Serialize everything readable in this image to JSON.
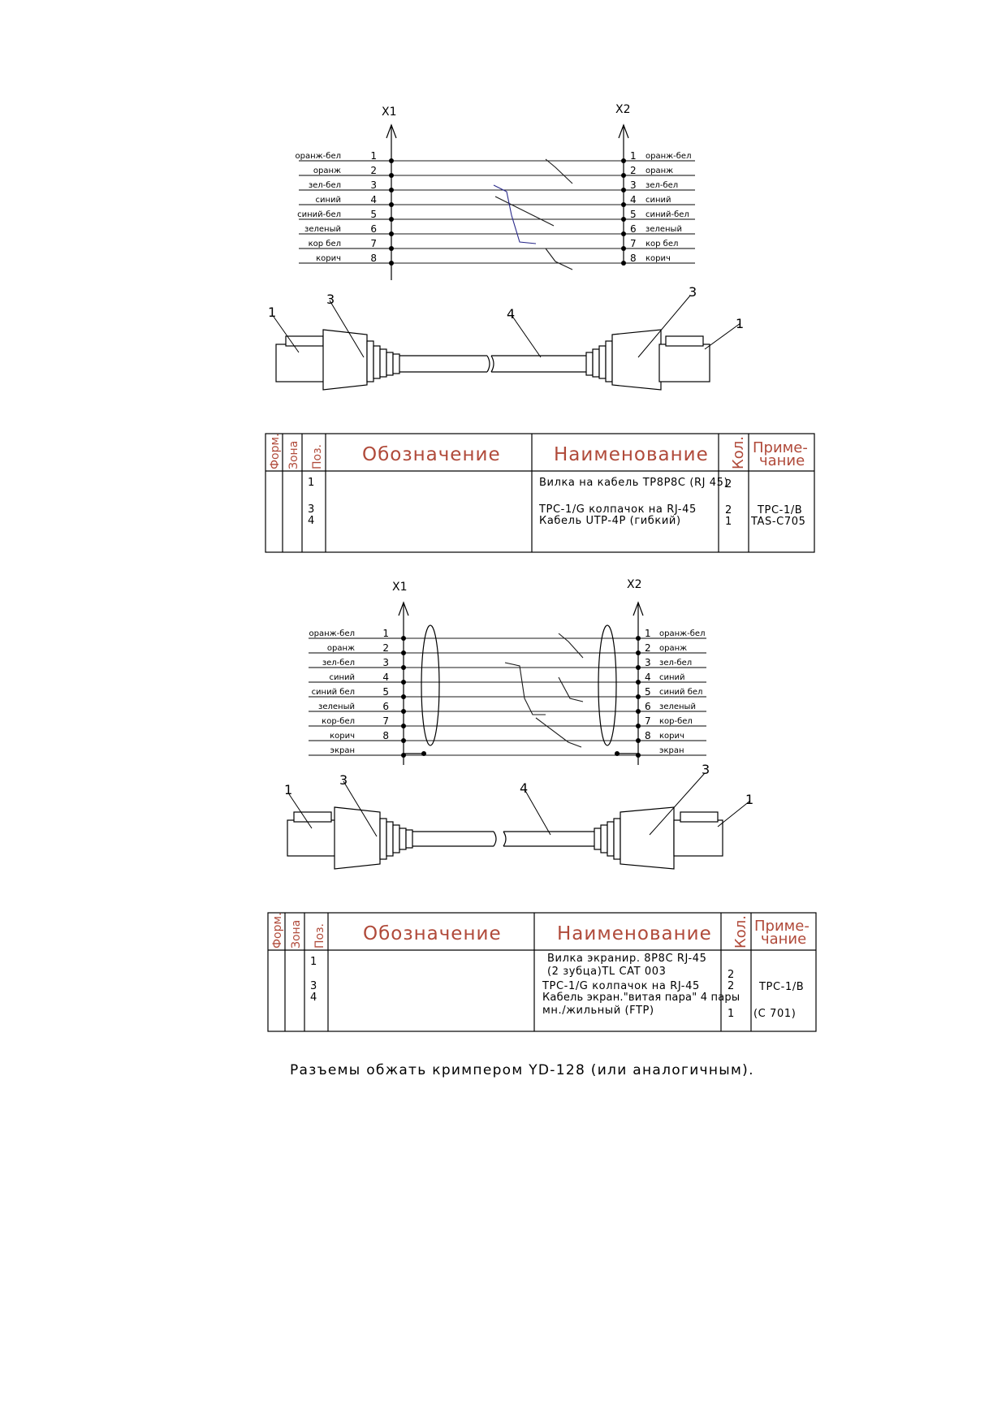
{
  "diagram1": {
    "x1_label": "X1",
    "x2_label": "X2",
    "wires": [
      {
        "pin": "1",
        "left": "оранж-бел",
        "right": "оранж-бел"
      },
      {
        "pin": "2",
        "left": "оранж",
        "right": "оранж"
      },
      {
        "pin": "3",
        "left": "зел-бел",
        "right": "зел-бел"
      },
      {
        "pin": "4",
        "left": "синий",
        "right": "синий"
      },
      {
        "pin": "5",
        "left": "синий-бел",
        "right": "синий-бел"
      },
      {
        "pin": "6",
        "left": "зеленый",
        "right": "зеленый"
      },
      {
        "pin": "7",
        "left": "кор бел",
        "right": "кор бел"
      },
      {
        "pin": "8",
        "left": "корич",
        "right": "корич"
      }
    ],
    "callouts": {
      "c1": "1",
      "c3": "3",
      "c4": "4",
      "c3r": "3",
      "c1r": "1"
    }
  },
  "table1": {
    "headers": {
      "form": "Форм.",
      "zone": "Зона",
      "pos": "Поз.",
      "designation": "Обозначение",
      "name": "Наименование",
      "qty": "Кол.",
      "note_line1": "Приме-",
      "note_line2": "чание"
    },
    "rows": [
      {
        "pos": "1",
        "name": "Вилка на кабель TP8P8C (RJ 45)",
        "qty": "2",
        "note": ""
      },
      {
        "pos": "3",
        "name": " TPC-1/G колпачок на RJ-45",
        "qty": "2",
        "note": "TPC-1/B"
      },
      {
        "pos": "4",
        "name": "Кабель UTP-4P (гибкий)",
        "qty": "1",
        "note": "TAS-C705"
      }
    ]
  },
  "diagram2": {
    "x1_label": "X1",
    "x2_label": "X2",
    "wires": [
      {
        "pin": "1",
        "left": "оранж-бел",
        "right": "оранж-бел"
      },
      {
        "pin": "2",
        "left": "оранж",
        "right": "оранж"
      },
      {
        "pin": "3",
        "left": "зел-бел",
        "right": "зел-бел"
      },
      {
        "pin": "4",
        "left": "синий",
        "right": "синий"
      },
      {
        "pin": "5",
        "left": "синий бел",
        "right": "синий бел"
      },
      {
        "pin": "6",
        "left": "зеленый",
        "right": "зеленый"
      },
      {
        "pin": "7",
        "left": "кор-бел",
        "right": "кор-бел"
      },
      {
        "pin": "8",
        "left": "корич",
        "right": "корич"
      },
      {
        "pin": "",
        "left": "экран",
        "right": "экран"
      }
    ],
    "callouts": {
      "c1": "1",
      "c3": "3",
      "c4": "4",
      "c3r": "3",
      "c1r": "1"
    }
  },
  "table2": {
    "headers": {
      "form": "Форм.",
      "zone": "Зона",
      "pos": "Поз.",
      "designation": "Обозначение",
      "name": "Наименование",
      "qty": "Кол.",
      "note_line1": "Приме-",
      "note_line2": "чание"
    },
    "rows": [
      {
        "pos": "1",
        "name_line1": "Вилка экранир. 8P8C RJ-45",
        "name_line2": "(2 зубца)TL CAT 003",
        "qty": "2",
        "note": ""
      },
      {
        "pos": "3",
        "name": "TPC-1/G колпачок на RJ-45",
        "qty": "2",
        "note": "TPC-1/B"
      },
      {
        "pos": "4",
        "name_line1": "Кабель экран.\"витая пара\" 4 пары",
        "name_line2": "мн./жильный (FTP)",
        "qty": "1",
        "note": "(C 701)"
      }
    ]
  },
  "footer_note": "Разъемы обжать кримпером YD-128 (или аналогичным)."
}
